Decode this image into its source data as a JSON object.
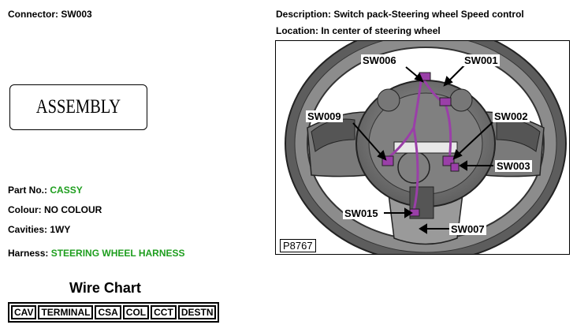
{
  "connector": {
    "label": "Connector: SW003"
  },
  "description": {
    "label": "Description: Switch pack-Steering wheel Speed control"
  },
  "location": {
    "label": "Location: In center of steering wheel"
  },
  "assembly": {
    "text": "ASSEMBLY"
  },
  "part_no": {
    "label": "Part No.:",
    "value": "CASSY"
  },
  "colour": {
    "label": "Colour: NO COLOUR"
  },
  "cavities": {
    "label": "Cavities: 1WY"
  },
  "harness": {
    "label": "Harness:",
    "value": "STEERING WHEEL HARNESS"
  },
  "wire_chart": {
    "title": "Wire Chart",
    "headers": [
      "CAV",
      "TERMINAL",
      "CSA",
      "COL",
      "CCT",
      "DESTN"
    ]
  },
  "diagram": {
    "reference": "P8767",
    "callouts": [
      "SW006",
      "SW001",
      "SW009",
      "SW002",
      "SW003",
      "SW015",
      "SW007"
    ],
    "highlight_color": "#9a3fa8"
  }
}
